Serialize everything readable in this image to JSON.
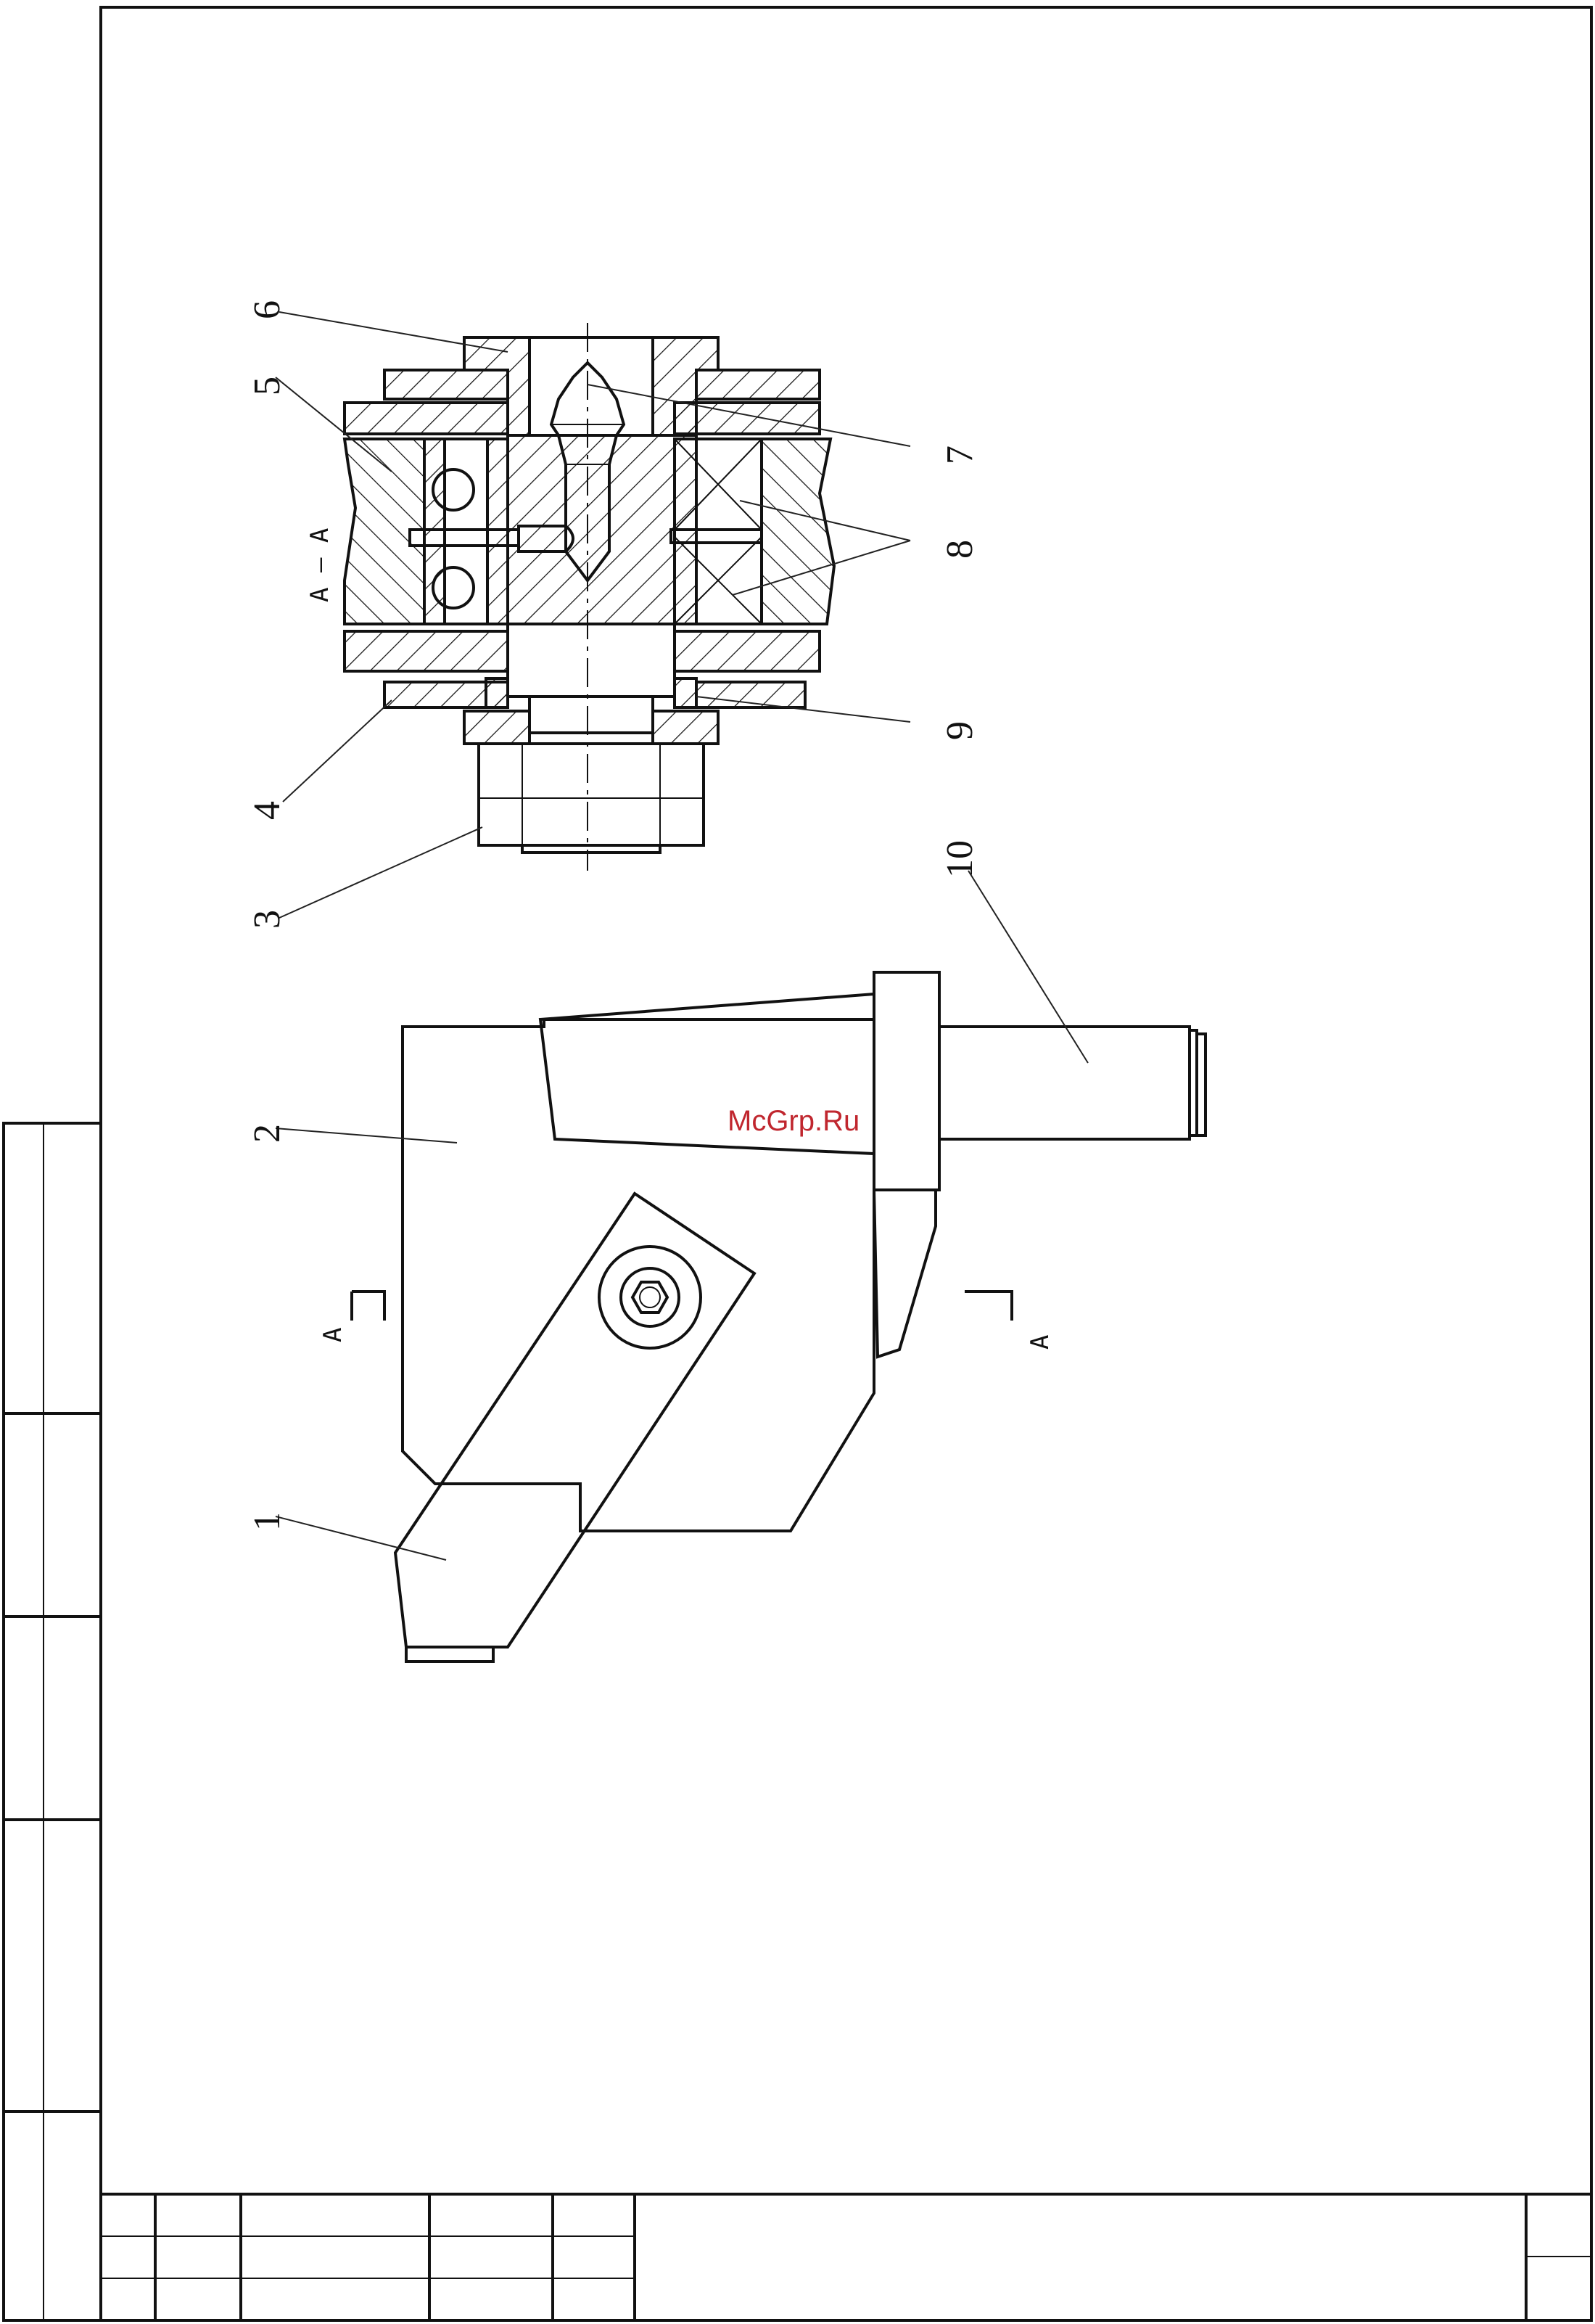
{
  "watermark": "McGrp.Ru",
  "section_label": "A – A",
  "cut_marks": [
    "A",
    "A"
  ],
  "part_numbers": [
    "1",
    "2",
    "3",
    "4",
    "5",
    "6",
    "7",
    "8",
    "9",
    "10"
  ]
}
